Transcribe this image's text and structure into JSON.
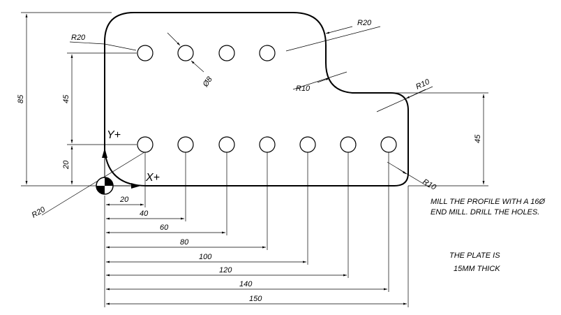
{
  "drawing": {
    "dimensions": {
      "overall_height": "85",
      "left_hole_spacing": "45",
      "bottom_row_height": "20",
      "right_height": "45",
      "corner_top_right": "R20",
      "corner_top_left": "R20",
      "corner_bottom_left": "R20",
      "step_inner": "R10",
      "step_outer": "R10",
      "corner_bottom_right": "R10",
      "hole_diameter": "Ø8",
      "x_20": "20",
      "x_40": "40",
      "x_60": "60",
      "x_80": "80",
      "x_100": "100",
      "x_120": "120",
      "x_140": "140",
      "x_150": "150"
    },
    "axes": {
      "y_label": "Y+",
      "x_label": "X+"
    },
    "notes": {
      "mill": "MILL THE PROFILE WITH A 16Ø END MILL. DRILL THE HOLES.",
      "thickness_line1": "THE PLATE IS",
      "thickness_line2": "15MM THICK"
    }
  }
}
